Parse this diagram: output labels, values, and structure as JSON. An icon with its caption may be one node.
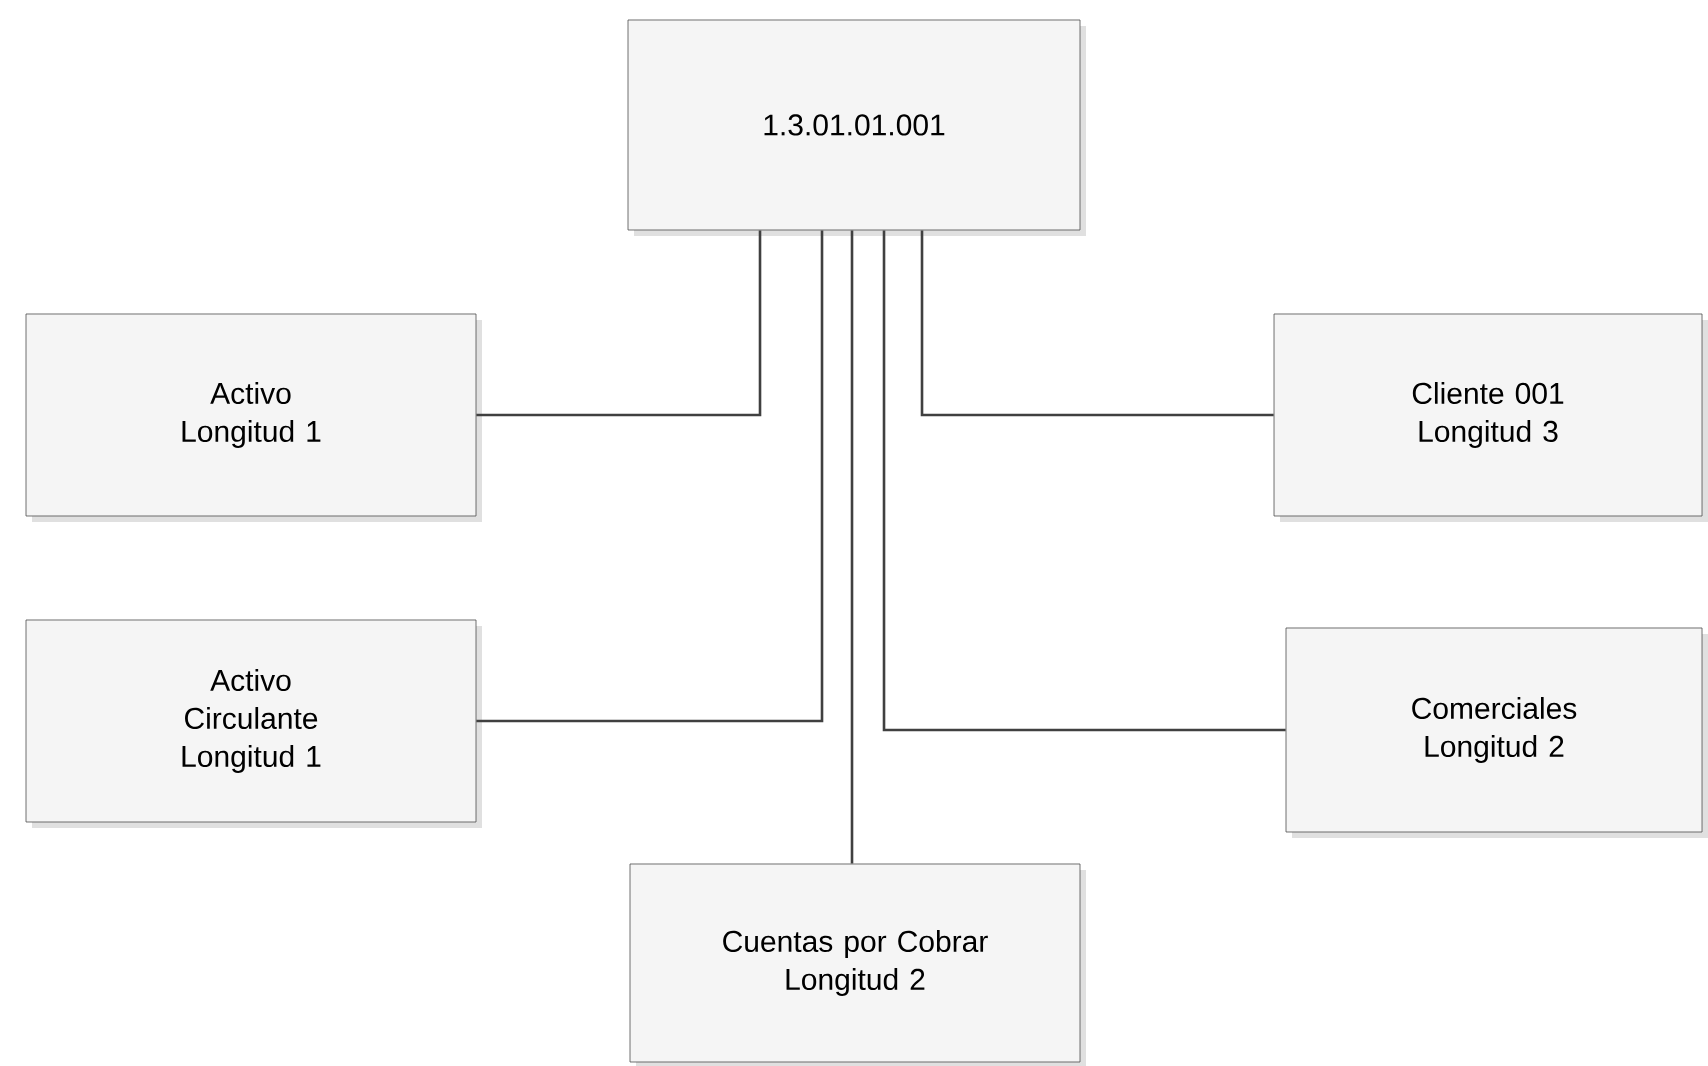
{
  "diagram": {
    "nodes": [
      {
        "text": [
          "1.3.01.01.001"
        ]
      },
      {
        "text": [
          "Activo",
          "Longitud 1"
        ]
      },
      {
        "text": [
          "Cliente 001",
          "Longitud 3"
        ]
      },
      {
        "text": [
          "Activo Circulante",
          "Longitud 1"
        ]
      },
      {
        "text": [
          "Comerciales",
          "Longitud 2"
        ]
      },
      {
        "text": [
          "Cuentas por Cobrar",
          "Longitud 2"
        ]
      }
    ],
    "edges": [
      {
        "from": 0,
        "to": 1,
        "arrow": "none"
      },
      {
        "from": 0,
        "to": 2,
        "arrow": "none"
      },
      {
        "from": 0,
        "to": 3,
        "arrow": "none"
      },
      {
        "from": 0,
        "to": 4,
        "arrow": "none"
      },
      {
        "from": 0,
        "to": 5,
        "arrow": "none"
      }
    ]
  }
}
